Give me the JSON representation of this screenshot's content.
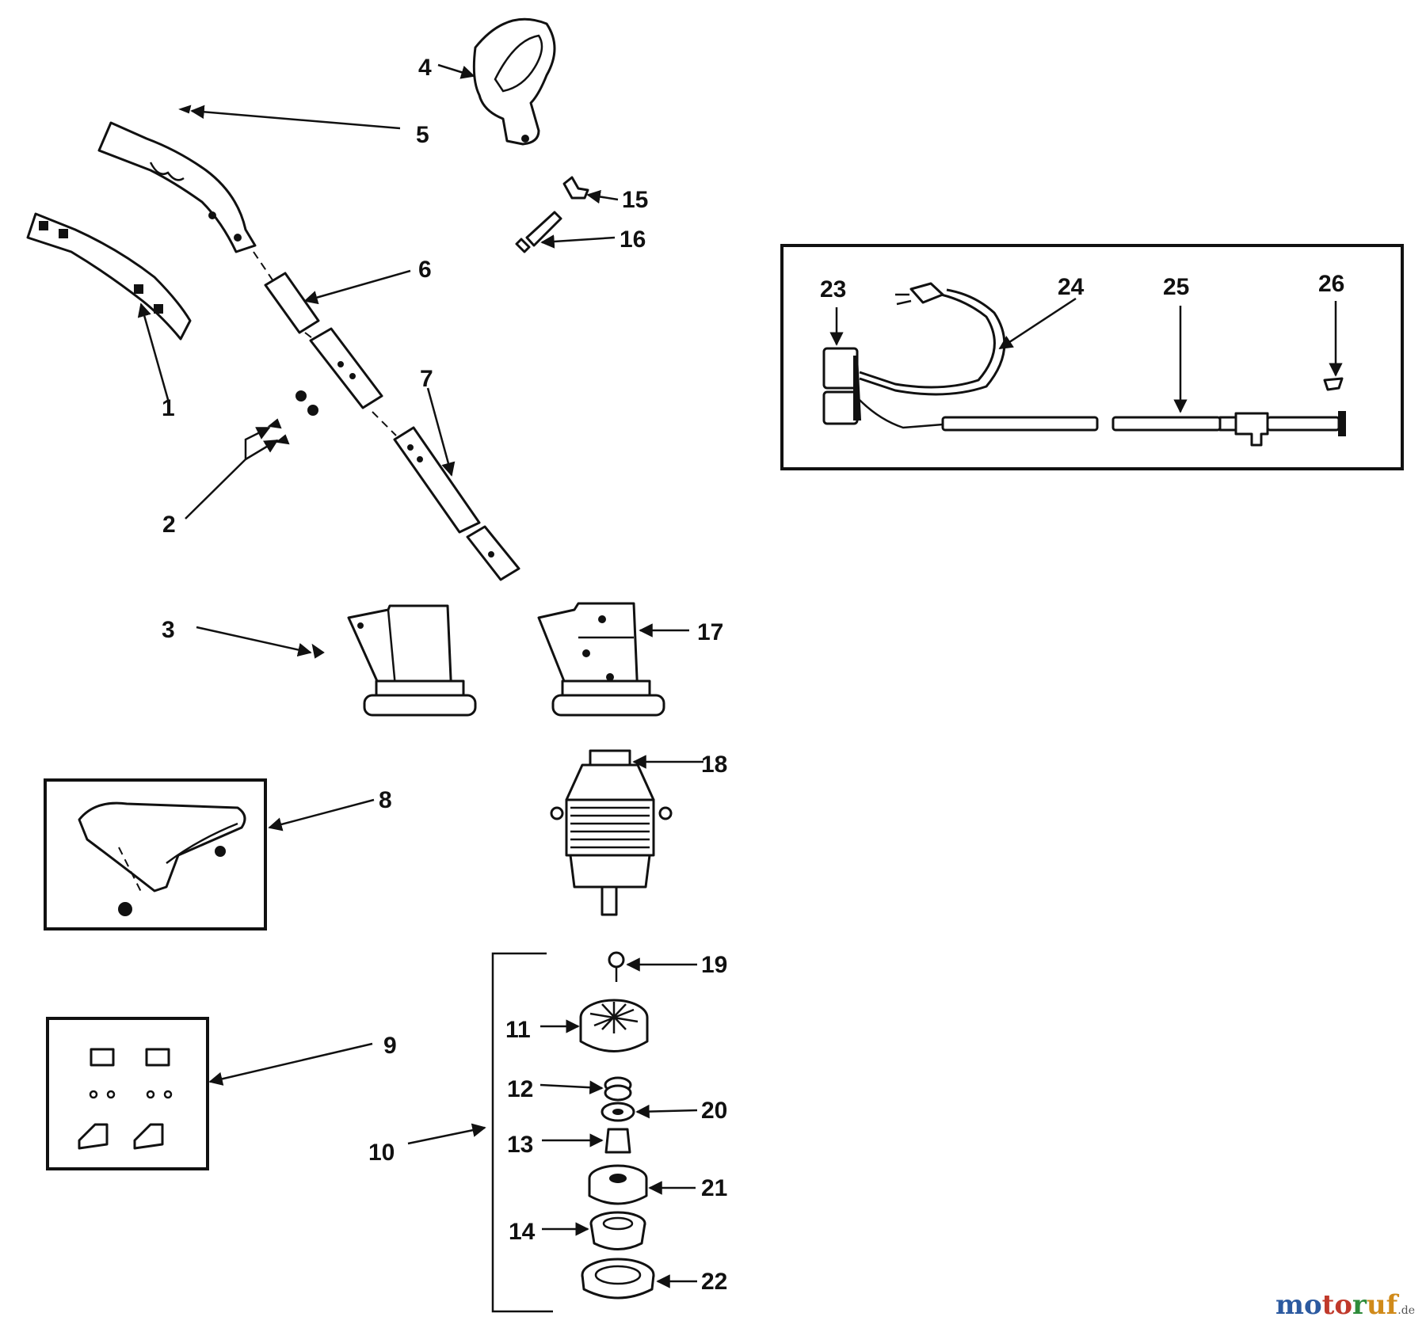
{
  "callouts": [
    "1",
    "2",
    "3",
    "4",
    "5",
    "6",
    "7",
    "8",
    "9",
    "10",
    "11",
    "12",
    "13",
    "14",
    "15",
    "16",
    "17",
    "18",
    "19",
    "20",
    "21",
    "22",
    "23",
    "24",
    "25",
    "26"
  ],
  "watermark": {
    "parts": [
      "mo",
      "to",
      "r",
      "uf"
    ],
    "tld": ".de"
  }
}
